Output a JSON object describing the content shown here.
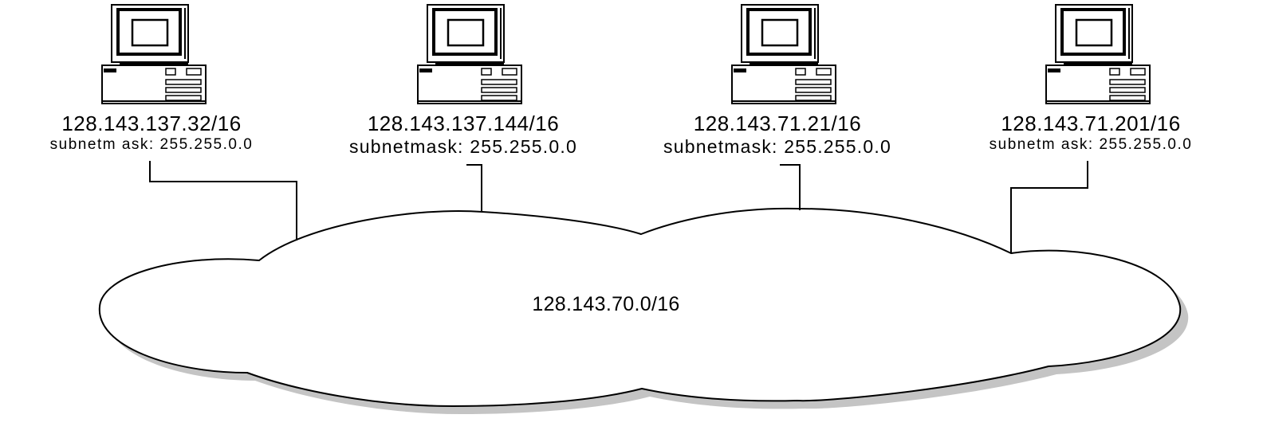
{
  "network": {
    "label": "128.143.70.0/16"
  },
  "hosts": [
    {
      "ip": "128.143.137.32/16",
      "mask": "subnetm ask: 255.255.0.0"
    },
    {
      "ip": "128.143.137.144/16",
      "mask": "subnetmask: 255.255.0.0"
    },
    {
      "ip": "128.143.71.21/16",
      "mask": "subnetmask: 255.255.0.0"
    },
    {
      "ip": "128.143.71.201/16",
      "mask": "subnetm ask: 255.255.0.0"
    }
  ],
  "icons": {
    "computer": "computer-icon",
    "network": "cloud-icon"
  },
  "colors": {
    "stroke": "#000000",
    "fill": "#ffffff",
    "shadow": "#c4c4c4"
  }
}
